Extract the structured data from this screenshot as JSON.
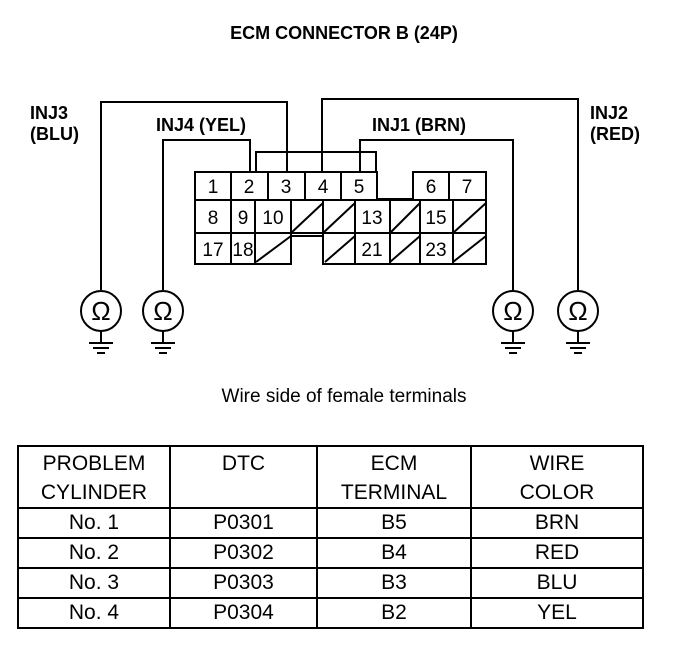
{
  "title": "ECM CONNECTOR B (24P)",
  "injectors": {
    "inj3": {
      "line1": "INJ3",
      "line2": "(BLU)"
    },
    "inj4": "INJ4 (YEL)",
    "inj1": "INJ1 (BRN)",
    "inj2": {
      "line1": "INJ2",
      "line2": "(RED)"
    }
  },
  "ohm_symbol": "Ω",
  "connector": {
    "row1": [
      "1",
      "2",
      "3",
      "4",
      "5",
      "",
      "6",
      "7"
    ],
    "row2": [
      "8",
      "9",
      "10",
      "",
      "",
      "13",
      "",
      "15",
      ""
    ],
    "row3": [
      "17",
      "18",
      "",
      "",
      "21",
      "",
      "23",
      ""
    ]
  },
  "caption": "Wire side of female terminals",
  "table": {
    "headers": [
      {
        "line1": "PROBLEM",
        "line2": "CYLINDER"
      },
      {
        "line1": "DTC",
        "line2": ""
      },
      {
        "line1": "ECM",
        "line2": "TERMINAL"
      },
      {
        "line1": "WIRE",
        "line2": "COLOR"
      }
    ],
    "rows": [
      [
        "No. 1",
        "P0301",
        "B5",
        "BRN"
      ],
      [
        "No. 2",
        "P0302",
        "B4",
        "RED"
      ],
      [
        "No. 3",
        "P0303",
        "B3",
        "BLU"
      ],
      [
        "No. 4",
        "P0304",
        "B2",
        "YEL"
      ]
    ]
  }
}
